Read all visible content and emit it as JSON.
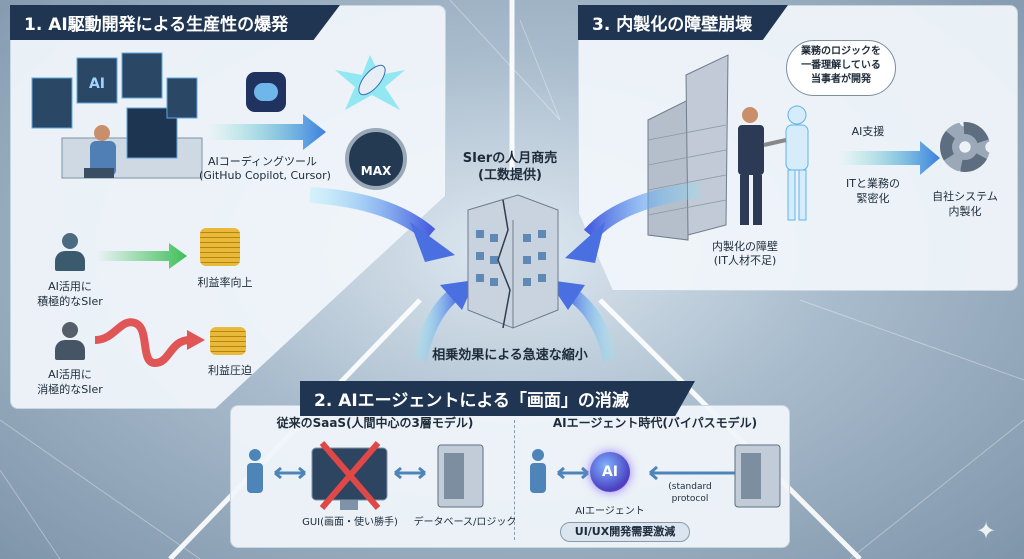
{
  "section1": {
    "title": "1. AI駆動開発による生産性の爆発",
    "tool_label": "AIコーディングツール",
    "tool_examples": "(GitHub Copilot, Cursor)",
    "gauge_label": "MAX",
    "positive_sier_line1": "AI活用に",
    "positive_sier_line2": "積極的なSIer",
    "positive_result": "利益率向上",
    "negative_sier_line1": "AI活用に",
    "negative_sier_line2": "消極的なSIer",
    "negative_result": "利益圧迫"
  },
  "center": {
    "title_line1": "SIerの人月商売",
    "title_line2": "(工数提供)",
    "caption": "相乗効果による急速な縮小"
  },
  "section3": {
    "title": "3. 内製化の障壁崩壊",
    "bubble_line1": "業務のロジックを",
    "bubble_line2": "一番理解している",
    "bubble_line3": "当事者が開発",
    "arrow_label": "AI支援",
    "sub_line1": "ITと業務の",
    "sub_line2": "緊密化",
    "result_line1": "自社システム",
    "result_line2": "内製化",
    "wall_line1": "内製化の障壁",
    "wall_line2": "(IT人材不足)"
  },
  "section2": {
    "title": "2. AIエージェントによる「画面」の消滅",
    "left_heading": "従来のSaaS(人間中心の3層モデル)",
    "gui_label": "GUI(画面・使い勝手)",
    "db_label": "データベース/ロジック",
    "right_heading": "AIエージェント時代(バイパスモデル)",
    "ai_badge": "AI",
    "agent_label": "AIエージェント",
    "protocol_line1": "(standard",
    "protocol_line2": "protocol",
    "demand_badge": "UI/UX開発需要激減"
  },
  "colors": {
    "header": "#1f3551",
    "arrow_blue": "#3b7fe0",
    "green": "#3fbf5a",
    "red": "#e05555"
  }
}
